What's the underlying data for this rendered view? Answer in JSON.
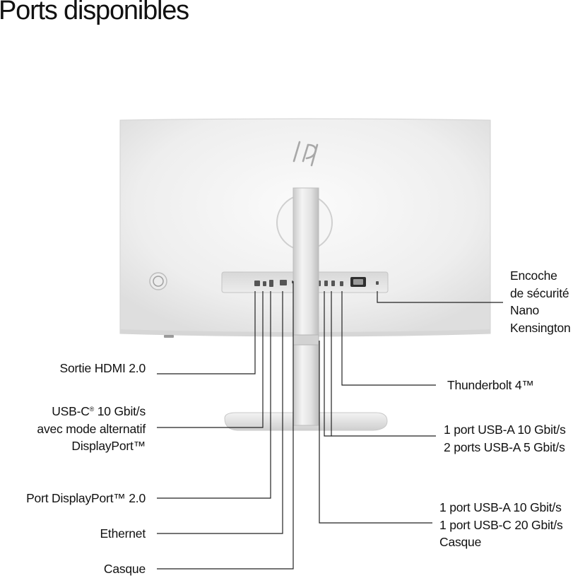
{
  "page": {
    "title": "Ports disponibles"
  },
  "brand": {
    "logo": "hp",
    "logo_icon": "hp-logo-icon"
  },
  "colors": {
    "background": "#ffffff",
    "monitor_body": "#efefef",
    "stand": "#dcdcdc",
    "leader_line": "#222222",
    "text": "#111111"
  },
  "callouts": {
    "hdmi": {
      "lines": [
        "Sortie HDMI 2.0"
      ]
    },
    "usbc_alt": {
      "lines": [
        "USB-C",
        "10 Gbit/s",
        "avec mode alternatif",
        "DisplayPort™"
      ],
      "mark": "®"
    },
    "displayport": {
      "lines": [
        "Port DisplayPort™ 2.0"
      ]
    },
    "ethernet": {
      "lines": [
        "Ethernet"
      ]
    },
    "casque_rear": {
      "lines": [
        "Casque"
      ]
    },
    "kensington": {
      "lines": [
        "Encoche",
        "de sécurité",
        "Nano",
        "Kensington"
      ]
    },
    "thunderbolt": {
      "lines": [
        "Thunderbolt 4™"
      ]
    },
    "usba_group": {
      "lines": [
        "1 port USB-A 10 Gbit/s",
        "2 ports USB-A 5 Gbit/s"
      ]
    },
    "side_group": {
      "lines": [
        "1 port USB-A 10 Gbit/s",
        "1 port USB-C 20 Gbit/s",
        "Casque"
      ]
    }
  }
}
